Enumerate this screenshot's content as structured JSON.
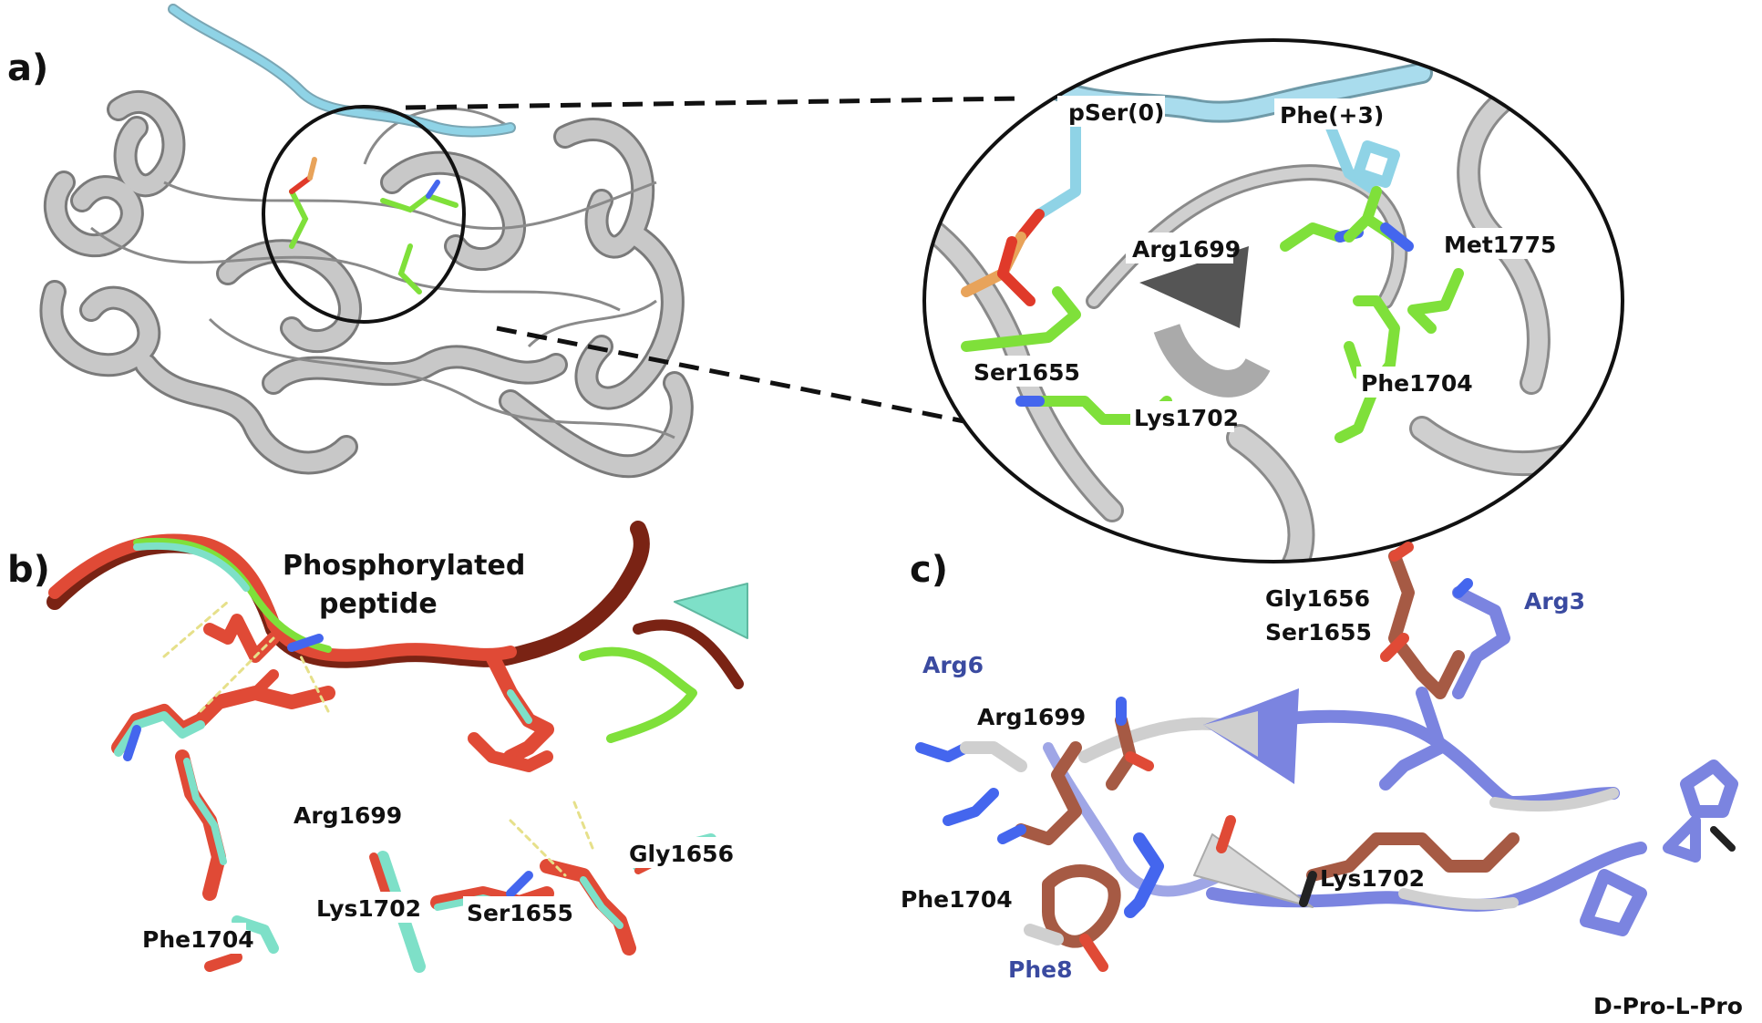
{
  "panels": {
    "a": {
      "letter": "a)",
      "residue_labels": {
        "pser0": "pSer(0)",
        "phe3": "Phe(+3)",
        "arg1699": "Arg1699",
        "met1775": "Met1775",
        "ser1655": "Ser1655",
        "lys1702": "Lys1702",
        "phe1704": "Phe1704"
      }
    },
    "b": {
      "letter": "b)",
      "title_line1": "Phosphorylated",
      "title_line2": "peptide",
      "residue_labels": {
        "arg1699": "Arg1699",
        "gly1656": "Gly1656",
        "phe1704": "Phe1704",
        "lys1702": "Lys1702",
        "ser1655": "Ser1655"
      }
    },
    "c": {
      "letter": "c)",
      "residue_labels": {
        "gly1656": "Gly1656",
        "ser1655": "Ser1655",
        "arg3": "Arg3",
        "arg6": "Arg6",
        "arg1699": "Arg1699",
        "lys1702": "Lys1702",
        "phe1704": "Phe1704",
        "phe8": "Phe8",
        "dpro_lpro": "D-Pro-L-Pro"
      }
    }
  },
  "colors": {
    "protein_ribbon": "#c8c8c8",
    "peptide_cyan": "#8fd3e6",
    "carbon_green": "#7fe03a",
    "oxygen_red": "#e03a2a",
    "phosphorus_orange": "#e8a35a",
    "nitrogen_blue": "#4466ee",
    "peptide_blue": "#7b84e0",
    "residue_brown": "#a65a44",
    "structure_red": "#e04a36",
    "structure_cyan": "#7ee0c8",
    "structure_darkred": "#7a2314"
  }
}
